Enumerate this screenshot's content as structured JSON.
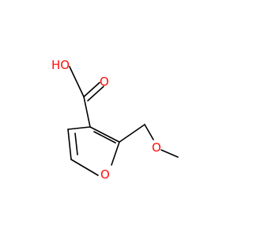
{
  "molecule": {
    "atoms": {
      "carboxyl_oh": {
        "text": "HO",
        "color": "#ff0d0d"
      },
      "carbonyl_o": {
        "text": "O",
        "color": "#ff0d0d"
      },
      "ether_o": {
        "text": "O",
        "color": "#ff0d0d"
      },
      "furan_o": {
        "text": "O",
        "color": "#ff0d0d"
      }
    },
    "bond_color": "#000000"
  }
}
